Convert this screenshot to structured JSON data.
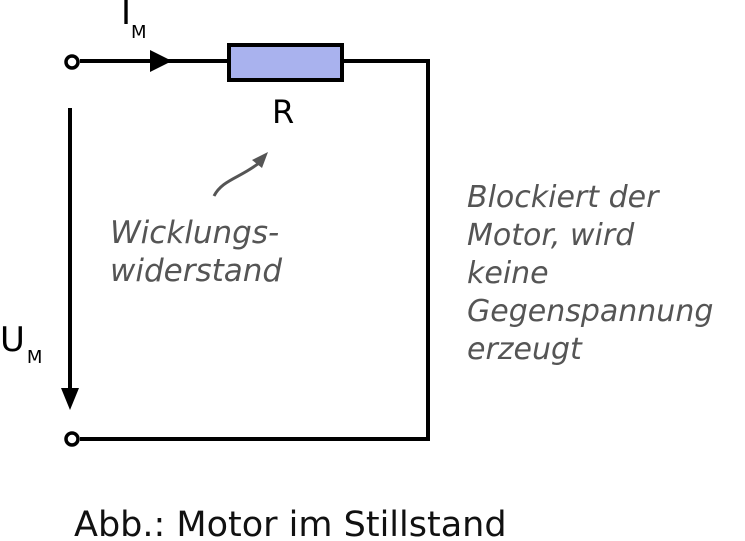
{
  "labels": {
    "current_symbol": "I",
    "current_sub": "M",
    "voltage_symbol": "U",
    "voltage_sub": "M",
    "resistor": "R"
  },
  "annotation": {
    "line1": "Wicklungs-",
    "line2": "widerstand"
  },
  "note": {
    "lines": [
      "Blockiert der",
      "Motor, wird",
      "keine",
      "Gegenspannung",
      "erzeugt"
    ]
  },
  "caption": "Abb.: Motor im Stillstand",
  "colors": {
    "wire": "#000000",
    "resistor_fill": "#a9b2ee",
    "note_text": "#555555"
  }
}
